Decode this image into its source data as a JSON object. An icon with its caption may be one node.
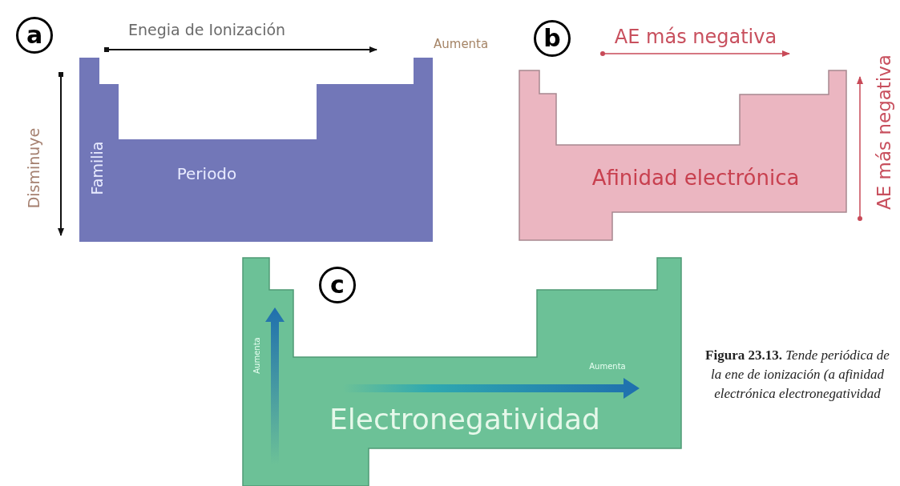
{
  "diagram": {
    "caption": "**Figura 23.13.** *Tende periódica de la ene de ionización (a afinidad electrónica electronegatividad*",
    "nodes": [
      {
        "text": [
          "Familia",
          "Periodo"
        ]
      },
      {
        "text": [
          "Afinidad electrónica"
        ]
      },
      {
        "text": [
          "Aumenta",
          "Aumenta",
          "Electronegatividad"
        ]
      }
    ],
    "edges": [],
    "labels": [
      "a",
      "Enegia de Ionización",
      "Aumenta",
      "b",
      "AE más negativa",
      "Disminuye",
      "AE más negativa",
      "c"
    ]
  }
}
